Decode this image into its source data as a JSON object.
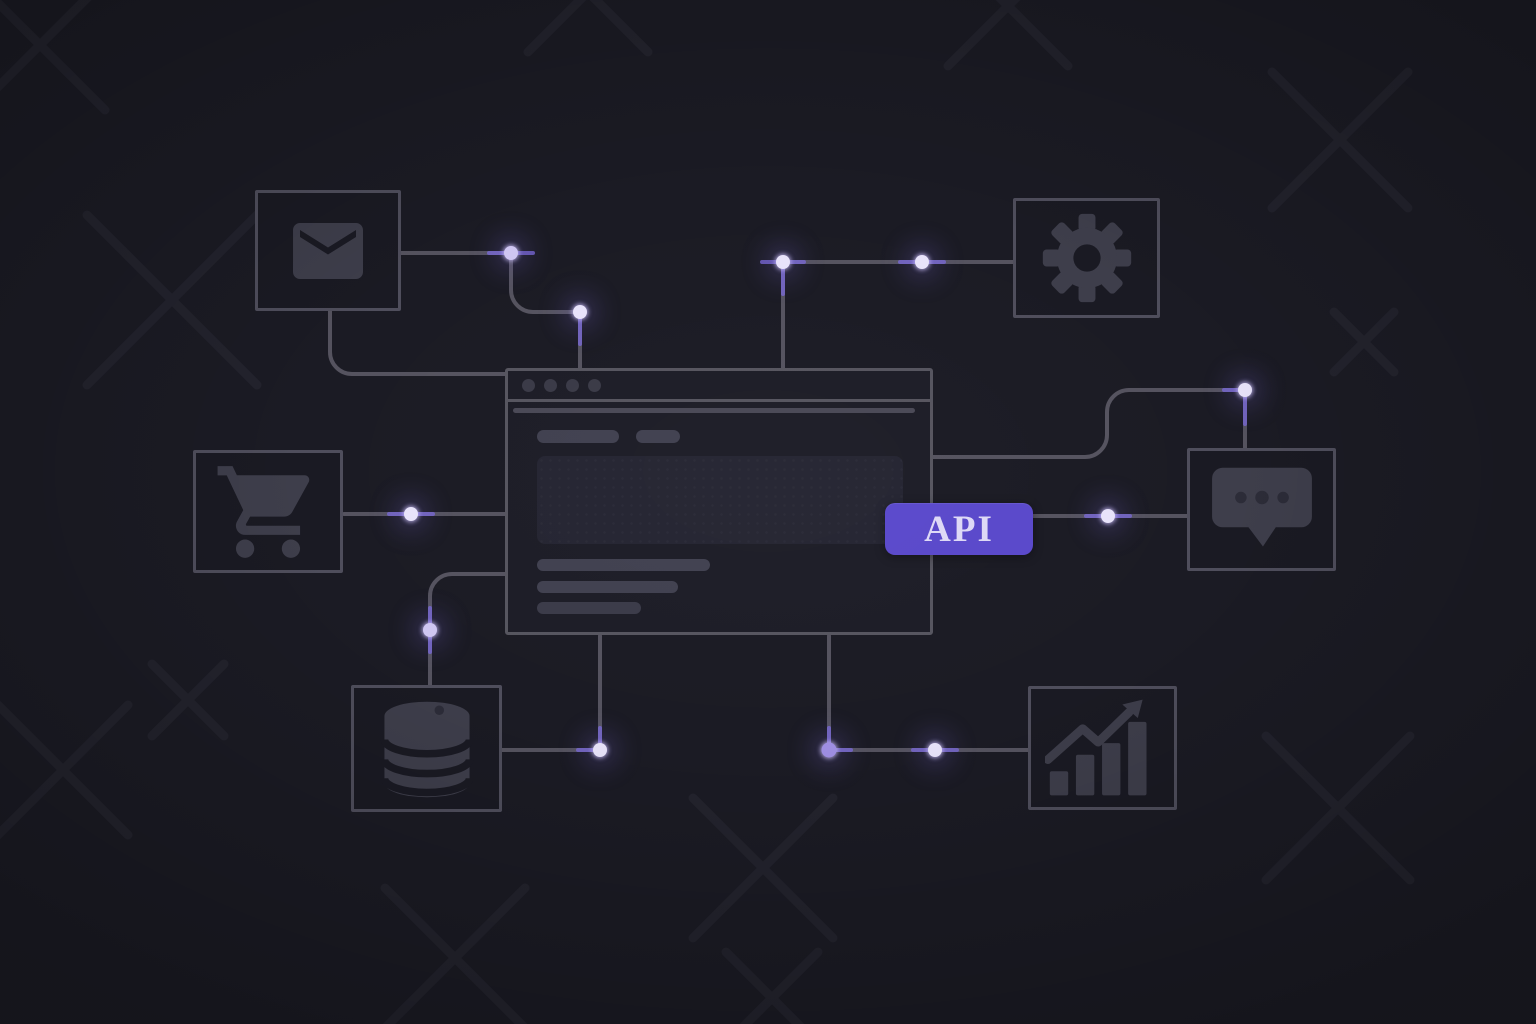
{
  "diagram": {
    "title": "API integrations illustration",
    "api_badge": {
      "label": "API"
    },
    "browser_window": {
      "traffic_light_dots": 4,
      "toolbar_pills": 2,
      "content_text_lines": 3
    },
    "service_nodes": [
      {
        "id": "email",
        "icon": "envelope-icon"
      },
      {
        "id": "settings",
        "icon": "gear-icon"
      },
      {
        "id": "shopping-cart",
        "icon": "shopping-cart-icon"
      },
      {
        "id": "chat",
        "icon": "chat-bubble-icon"
      },
      {
        "id": "database",
        "icon": "database-icon"
      },
      {
        "id": "analytics",
        "icon": "bar-chart-growth-icon"
      }
    ],
    "connection_dot_count": 11
  },
  "colors": {
    "background": "#1b1b24",
    "line": "#55535f",
    "box_border": "#4f4e5c",
    "node_fill": "#1a1a23",
    "icon": "#3e3e4b",
    "icon_detail": "#2c2c38",
    "window_fill": "#1d1d27",
    "window_border": "#56555f",
    "traffic_dot": "#3a3a47",
    "address_line": "#4a4956",
    "pill": "#414150",
    "content_block": "#252532",
    "text_line": "#414150",
    "api_bg": "#5a49cb",
    "api_text": "#ded9f6",
    "dot_white": "#e8e3fa",
    "dot_purple": "#9e8ee2",
    "glow_accent": "#7b69d9",
    "bg_mark": "#9090aa"
  }
}
